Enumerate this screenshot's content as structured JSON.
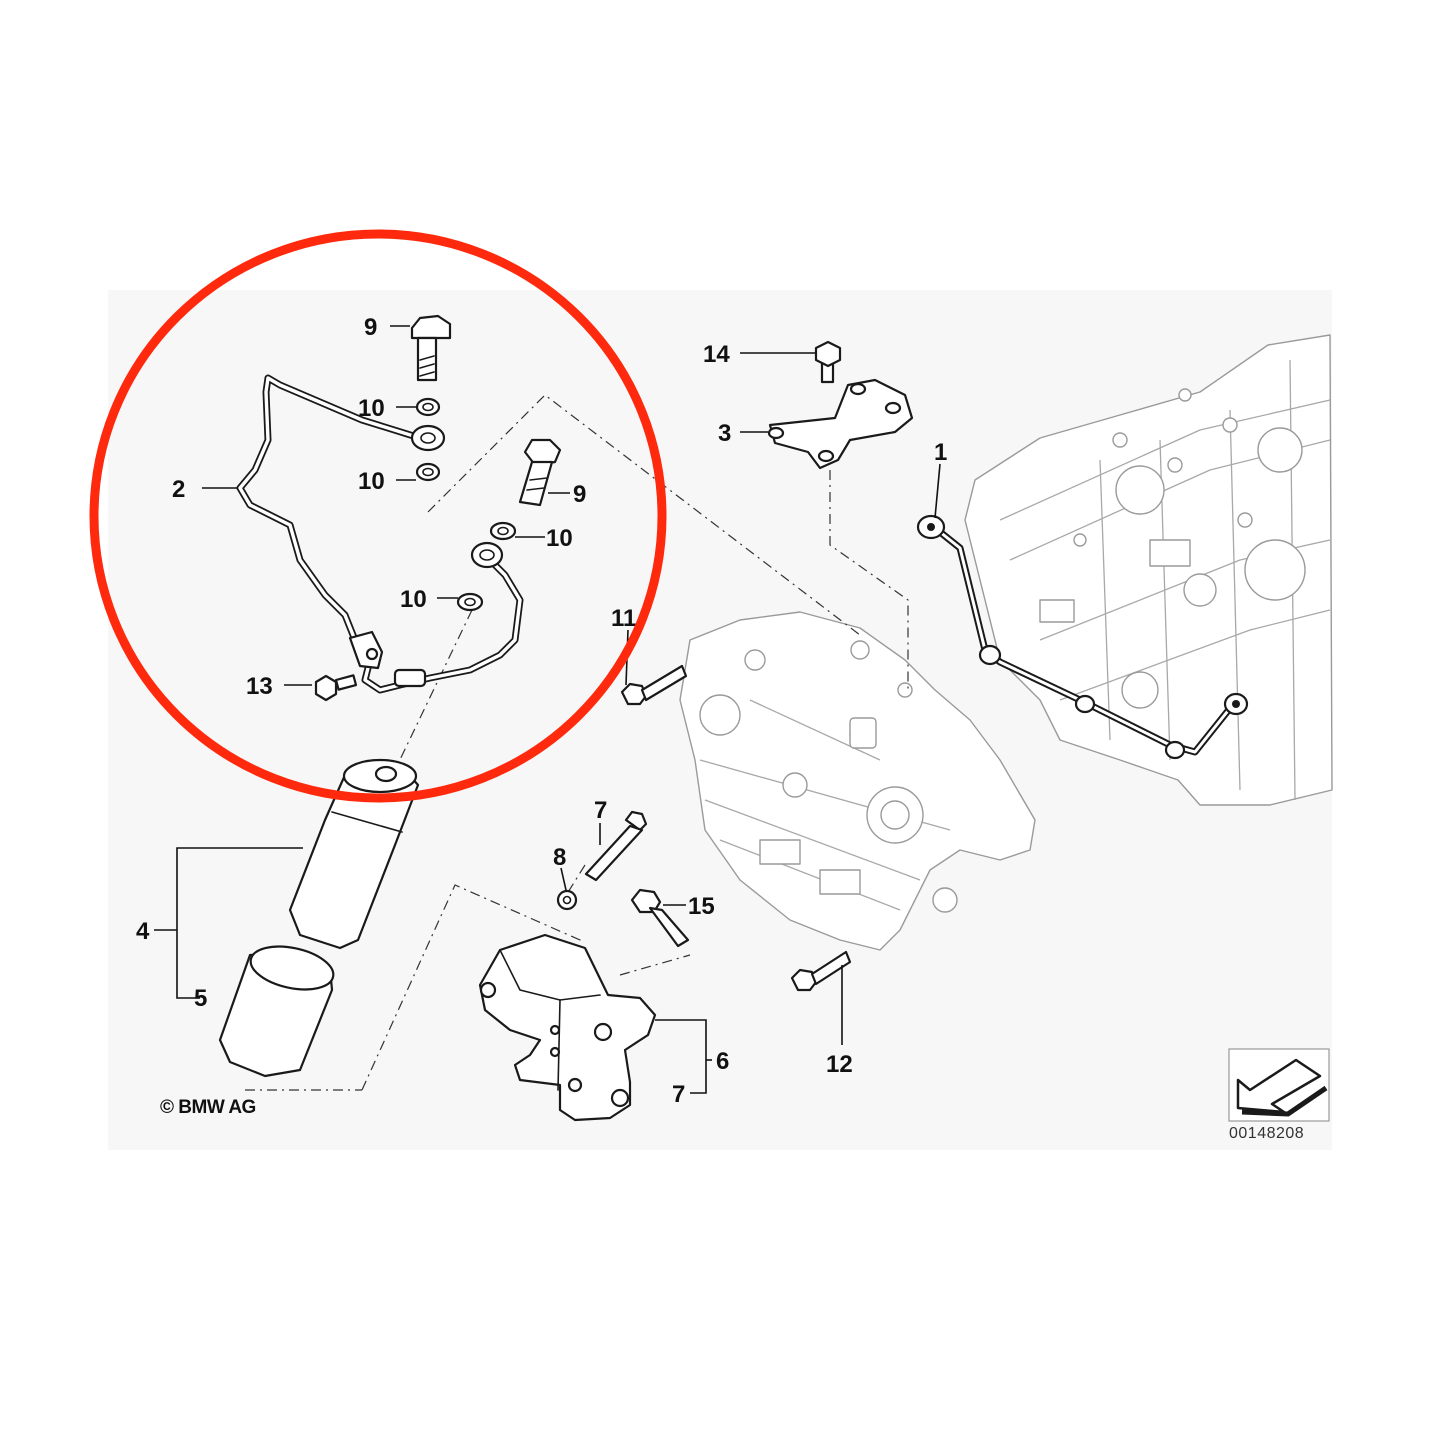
{
  "diagram": {
    "copyright": "© BMW AG",
    "part_number": "00148208",
    "highlight_color": "#ff2a0d",
    "callouts": {
      "c1": "1",
      "c2": "2",
      "c3": "3",
      "c4": "4",
      "c5": "5",
      "c6": "6",
      "c7a": "7",
      "c7b": "7",
      "c8": "8",
      "c9a": "9",
      "c9b": "9",
      "c10a": "10",
      "c10b": "10",
      "c10c": "10",
      "c10d": "10",
      "c11": "11",
      "c12": "12",
      "c13": "13",
      "c14": "14",
      "c15": "15"
    }
  }
}
